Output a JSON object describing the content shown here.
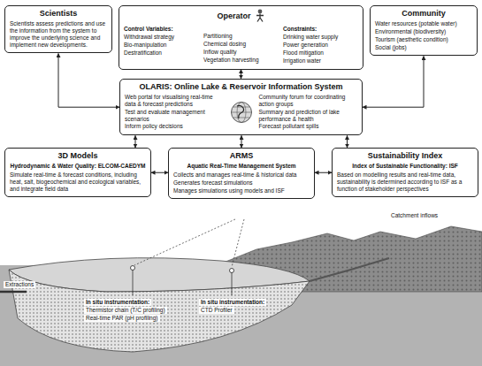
{
  "diagram": {
    "nodes": [
      {
        "text": [
          "Scientists",
          "Scientists assess predictions and use the information from the system to improve the underlying science and implement new developments."
        ]
      },
      {
        "text": [
          "Operator",
          "Control Variables:",
          "Withdrawal strategy",
          "Bio-manipulation",
          "Destratification",
          "Partitioning",
          "Chemical dosing",
          "Inflow quality",
          "Vegetation harvesting",
          "Constraints:",
          "Drinking water supply",
          "Power generation",
          "Flood mitigation",
          "Irrigation water"
        ]
      },
      {
        "text": [
          "Community",
          "Water resources (potable water)",
          "Environmental (biodiversity)",
          "Tourism (aesthetic condition)",
          "Social (jobs)"
        ]
      },
      {
        "text": [
          "OLARIS: Online Lake & Reservoir Information System",
          "Web portal for visualising real-time data & forecast predictions",
          "Test and evaluate management scenarios",
          "Inform policy decisions",
          "Community forum for coordinating action groups",
          "Summary and prediction of lake performance & health",
          "Forecast pollutant spills"
        ]
      },
      {
        "text": [
          "3D Models",
          "Hydrodynamic & Water Quality: ELCOM-CAEDYM",
          "Simulate real-time & forecast conditions, including heat, salt, biogeochemical and ecological variables, and integrate field data"
        ]
      },
      {
        "text": [
          "ARMS",
          "Aquatic Real-Time Management System",
          "Collects and manages real-time & historical data",
          "Generates forecast simulations",
          "Manages simulations using models and ISF"
        ]
      },
      {
        "text": [
          "Sustainability Index",
          "Index of Sustainable Functionality: ISF",
          "Based on modelling results and real-time data, sustainability is determined according to ISF as a function of stakeholder perspectives"
        ]
      }
    ],
    "edges": [
      {
        "from": 0,
        "to": 3,
        "arrow": "both"
      },
      {
        "from": 1,
        "to": 3,
        "arrow": "both"
      },
      {
        "from": 2,
        "to": 3,
        "arrow": "both"
      },
      {
        "from": 3,
        "to": 4,
        "arrow": "both"
      },
      {
        "from": 3,
        "to": 5,
        "arrow": "both"
      },
      {
        "from": 3,
        "to": 6,
        "arrow": "both"
      },
      {
        "from": 5,
        "to": 4,
        "arrow": "both"
      },
      {
        "from": 5,
        "to": 6,
        "arrow": "both"
      }
    ],
    "labels": [
      "Catchment inflows",
      "Extractions",
      "In situ instrumentation:",
      "Thermistor chain (T/C profiling)",
      "Real-time PAR (pH profiling)",
      "In situ instrumentation:",
      "CTD Profiler"
    ]
  }
}
